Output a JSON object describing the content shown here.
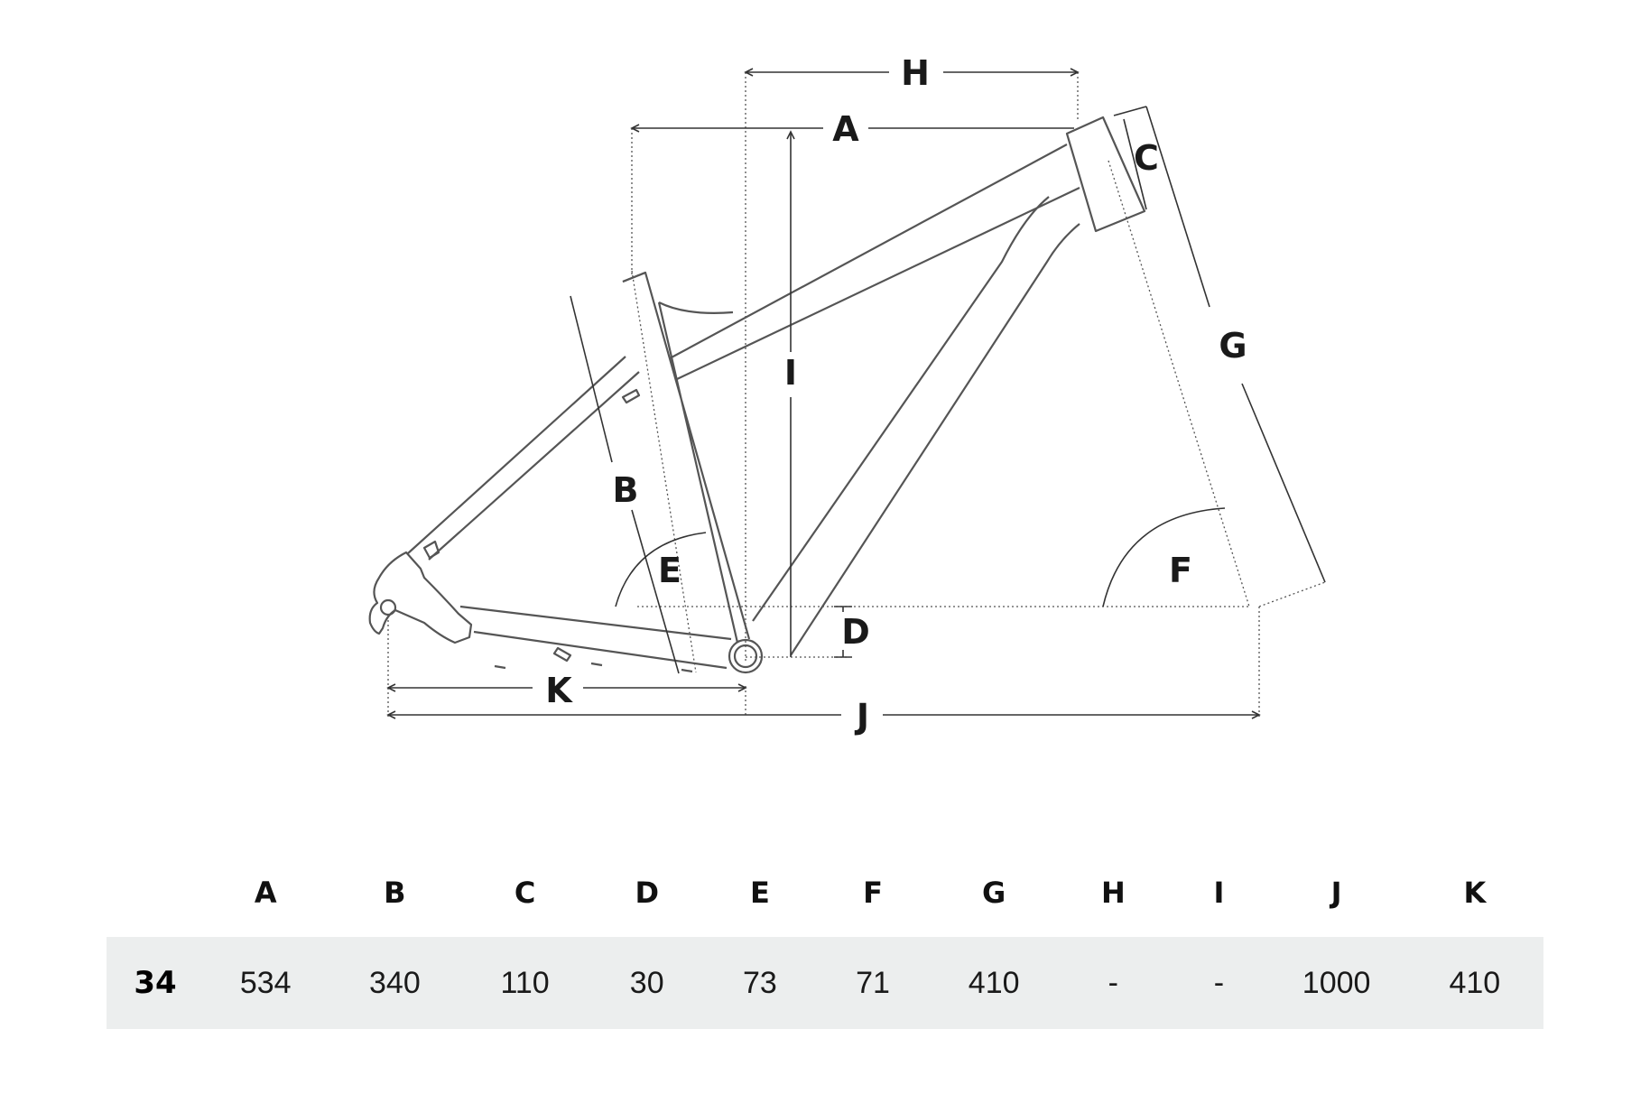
{
  "diagram": {
    "labels": {
      "A": "A",
      "B": "B",
      "C": "C",
      "D": "D",
      "E": "E",
      "F": "F",
      "G": "G",
      "H": "H",
      "I": "I",
      "J": "J",
      "K": "K"
    }
  },
  "table": {
    "headers": [
      "",
      "A",
      "B",
      "C",
      "D",
      "E",
      "F",
      "G",
      "H",
      "I",
      "J",
      "K"
    ],
    "rows": [
      {
        "size": "34",
        "values": [
          "534",
          "340",
          "110",
          "30",
          "73",
          "71",
          "410",
          "-",
          "-",
          "1000",
          "410"
        ]
      }
    ]
  }
}
